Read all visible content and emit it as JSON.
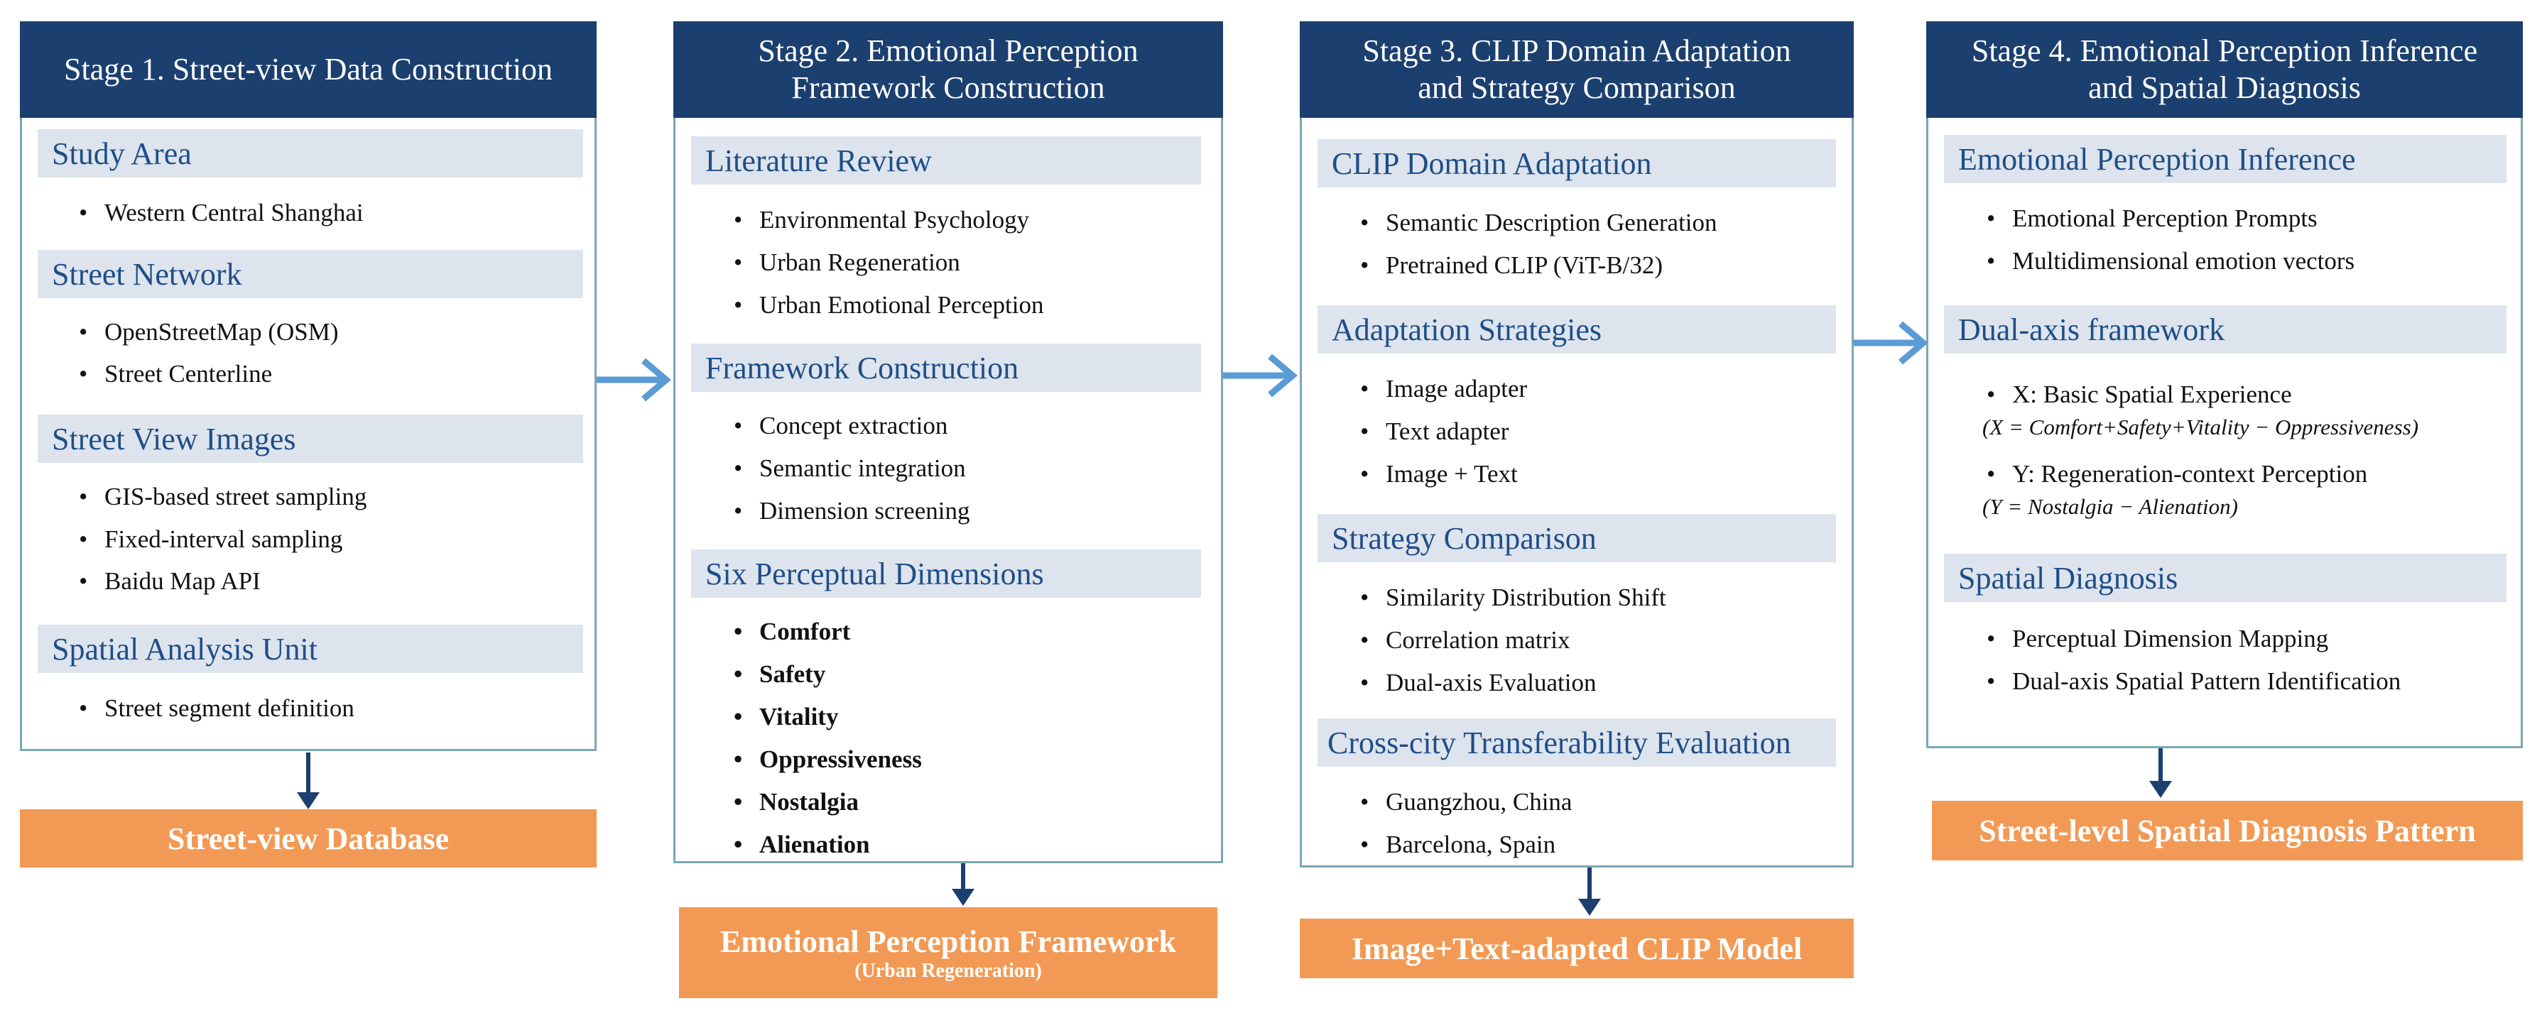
{
  "stages": [
    {
      "header": "Stage 1. Street-view Data Construction",
      "sections": [
        {
          "title": "Study Area",
          "items": [
            "Western Central Shanghai"
          ]
        },
        {
          "title": "Street Network",
          "items": [
            "OpenStreetMap (OSM)",
            "Street Centerline"
          ]
        },
        {
          "title": "Street View Images",
          "items": [
            "GIS-based street sampling",
            "Fixed-interval sampling",
            "Baidu Map API"
          ]
        },
        {
          "title": "Spatial Analysis Unit",
          "items": [
            "Street segment definition"
          ]
        }
      ],
      "output": "Street-view Database"
    },
    {
      "header": "Stage 2.   Emotional Perception\nFramework Construction",
      "sections": [
        {
          "title": "Literature Review",
          "items": [
            "Environmental Psychology",
            "Urban Regeneration",
            "Urban Emotional Perception"
          ]
        },
        {
          "title": "Framework Construction",
          "items": [
            "Concept extraction",
            "Semantic integration",
            "Dimension screening"
          ]
        },
        {
          "title": "Six Perceptual Dimensions",
          "items": [
            "Comfort",
            "Safety",
            "Vitality",
            "Oppressiveness",
            "Nostalgia",
            "Alienation"
          ]
        }
      ],
      "output": "Emotional Perception Framework",
      "output_sub": "(Urban Regeneration)"
    },
    {
      "header": "Stage 3.   CLIP Domain Adaptation\nand Strategy Comparison",
      "sections": [
        {
          "title": "CLIP Domain Adaptation",
          "items": [
            "Semantic Description Generation",
            "Pretrained CLIP (ViT-B/32)"
          ]
        },
        {
          "title": "Adaptation Strategies",
          "items": [
            "Image adapter",
            "Text adapter",
            "Image + Text"
          ]
        },
        {
          "title": "Strategy Comparison",
          "items": [
            "Similarity Distribution Shift",
            "Correlation matrix",
            "Dual-axis Evaluation"
          ]
        },
        {
          "title": "Cross-city Transferability Evaluation",
          "items": [
            "Guangzhou, China",
            "Barcelona, Spain"
          ]
        }
      ],
      "output": "Image+Text-adapted CLIP Model"
    },
    {
      "header": "Stage 4.  Emotional Perception Inference\nand Spatial Diagnosis",
      "sections": [
        {
          "title": "Emotional Perception Inference",
          "items": [
            "Emotional Perception Prompts",
            "Multidimensional emotion vectors"
          ]
        },
        {
          "title": "Dual-axis framework",
          "items": [
            "X: Basic Spatial Experience",
            "Y: Regeneration-context Perception"
          ],
          "formulas": [
            "(X = Comfort+Safety+Vitality − Oppressiveness)",
            "(Y = Nostalgia − Alienation)"
          ]
        },
        {
          "title": "Spatial Diagnosis",
          "items": [
            "Perceptual Dimension Mapping",
            "Dual-axis Spatial Pattern Identification"
          ]
        }
      ],
      "output": "Street-level Spatial Diagnosis Pattern"
    }
  ],
  "colors": {
    "header_bg": "#1b3f6e",
    "section_bg": "#dde4ee",
    "section_text": "#1f4e86",
    "box_border": "#7aa7b5",
    "output_bg": "#f29a55",
    "arrow": "#5b9bd5",
    "down_arrow": "#1b3f6e"
  }
}
